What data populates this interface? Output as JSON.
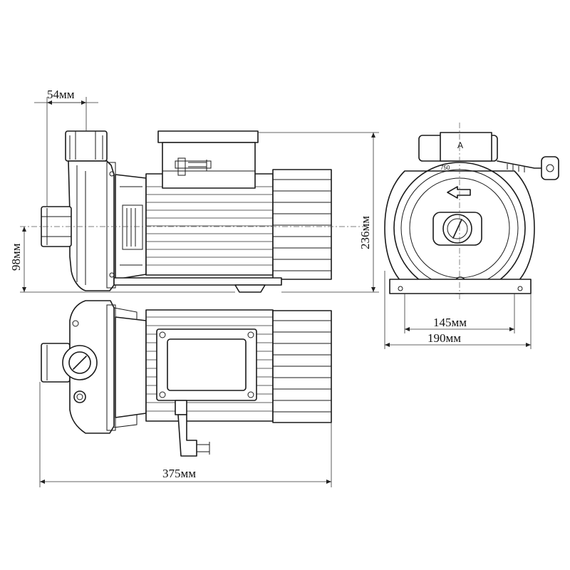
{
  "dimensions": {
    "inlet_offset": "54мм",
    "height": "236мм",
    "axis_height": "98мм",
    "base_width": "145мм",
    "overall_width": "190мм",
    "overall_length": "375мм"
  },
  "markings": {
    "arrow_letter": "A",
    "power_label": "750"
  },
  "colors": {
    "line": "#1a1a1a",
    "background": "#ffffff"
  }
}
